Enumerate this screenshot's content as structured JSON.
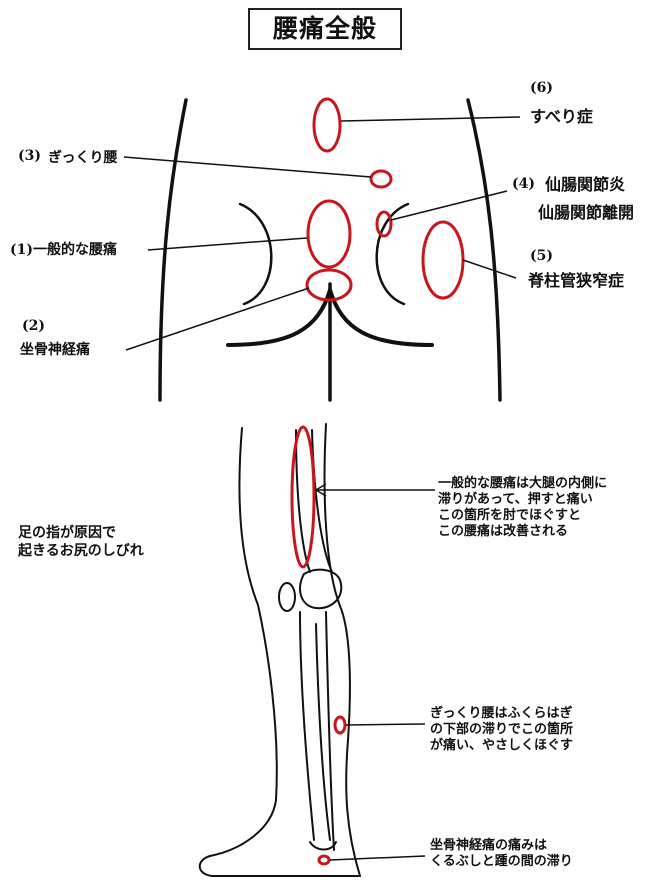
{
  "title": "腰痛全般",
  "labels": {
    "l6_num": "(6)",
    "l6_text": "すべり症",
    "l3_num": "(3)",
    "l3_text": "ぎっくり腰",
    "l4_num": "(4)",
    "l4_text1": "仙腸関節炎",
    "l4_text2": "仙腸関節離開",
    "l1": "(1)一般的な腰痛",
    "l5_num": "(5)",
    "l5_text": "脊柱管狭窄症",
    "l2_num": "(2)",
    "l2_text": "坐骨神経痛"
  },
  "notes": {
    "toe": [
      "足の指が原因で",
      "起きるお尻のしびれ"
    ],
    "thigh": [
      "一般的な腰痛は大腿の内側に",
      "滞りがあって、押すと痛い",
      "この箇所を肘でほぐすと",
      "この腰痛は改善される"
    ],
    "calf": [
      "ぎっくり腰はふくらはぎ",
      "の下部の滞りでこの箇所",
      "が痛い、やさしくほぐす"
    ],
    "ankle": [
      "坐骨神経痛の痛みは",
      "くるぶしと踵の間の滞り"
    ]
  },
  "colors": {
    "marker": "#c8161d",
    "line": "#111111"
  }
}
